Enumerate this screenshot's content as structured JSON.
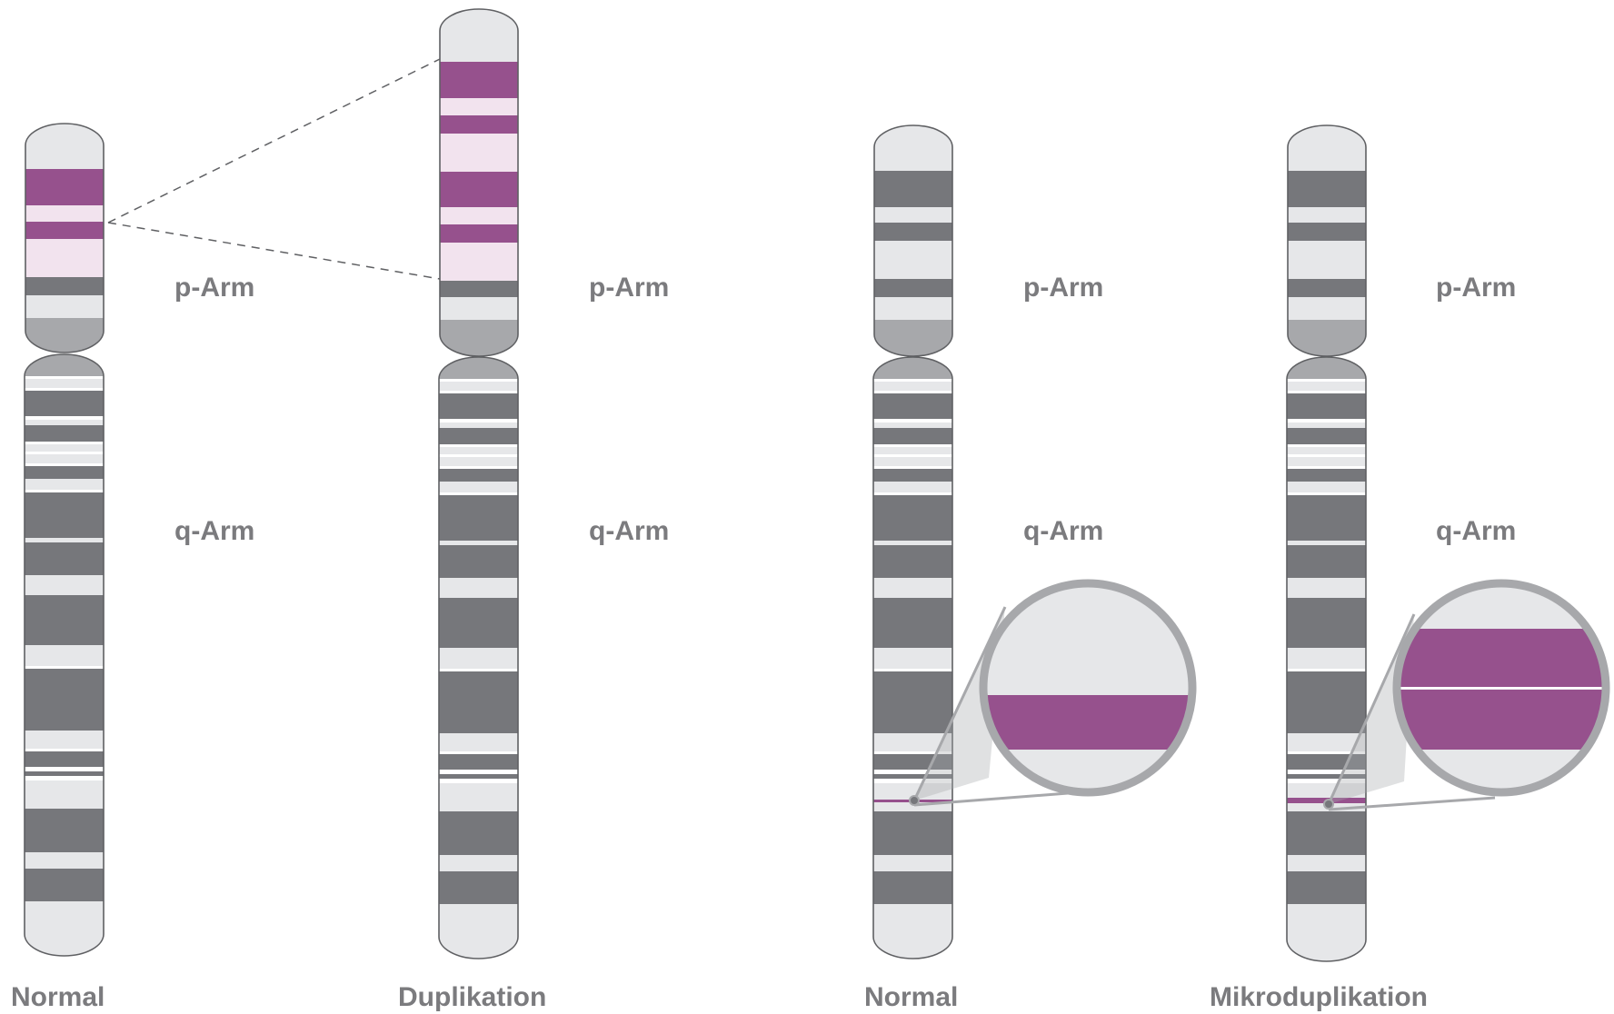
{
  "labels": {
    "p_arm": "p-Arm",
    "q_arm": "q-Arm"
  },
  "captions": {
    "normal_1": "Normal",
    "duplikation": "Duplikation",
    "normal_2": "Normal",
    "mikroduplikation": "Mikroduplikation"
  },
  "colors": {
    "dark_band": "#76777b",
    "light_band": "#e6e7e9",
    "centromere": "#a7a8ab",
    "purple": "#96518d",
    "light_purple": "#f2e3ee",
    "outline": "#5f6063",
    "label_text": "#7b7b7e"
  }
}
